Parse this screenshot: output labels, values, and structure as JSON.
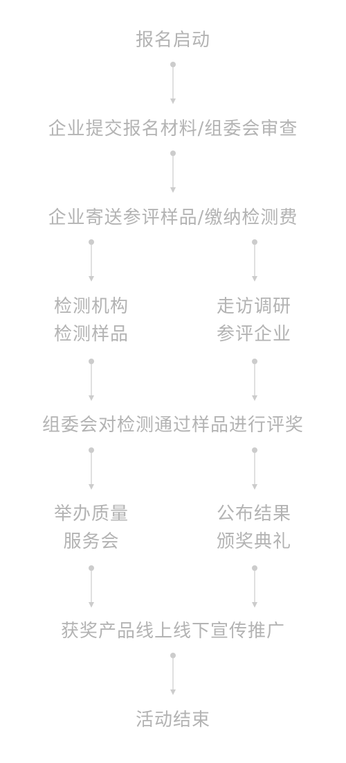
{
  "flow": {
    "step1": "报名启动",
    "step2": "企业提交报名材料/组委会审查",
    "step3": "企业寄送参评样品/缴纳检测费",
    "branch_a": {
      "left_line1": "检测机构",
      "left_line2": "检测样品",
      "right_line1": "走访调研",
      "right_line2": "参评企业"
    },
    "step4": "组委会对检测通过样品进行评奖",
    "branch_b": {
      "left_line1": "举办质量",
      "left_line2": "服务会",
      "right_line1": "公布结果",
      "right_line2": "颁奖典礼"
    },
    "step5": "获奖产品线上线下宣传推广",
    "step6": "活动结束"
  },
  "colors": {
    "text": "#b3b3b3",
    "connector": "#cccccc"
  }
}
